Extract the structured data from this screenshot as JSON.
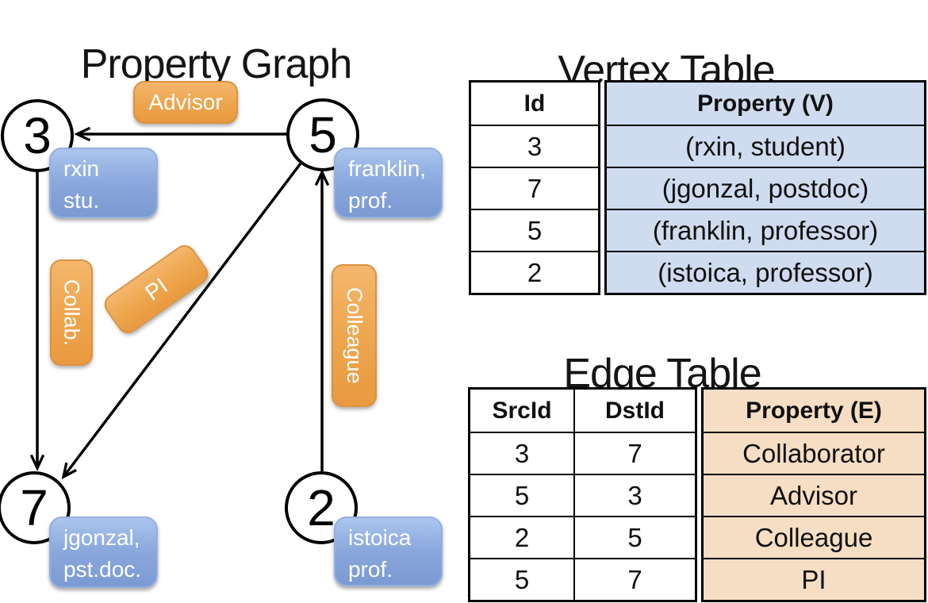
{
  "panel_graph": {
    "title": "Property Graph",
    "nodes": [
      {
        "id": "3",
        "label_line1": "rxin",
        "label_line2": "stu."
      },
      {
        "id": "5",
        "label_line1": "franklin,",
        "label_line2": "prof."
      },
      {
        "id": "7",
        "label_line1": "jgonzal,",
        "label_line2": "pst.doc."
      },
      {
        "id": "2",
        "label_line1": "istoica",
        "label_line2": "prof."
      }
    ],
    "edge_labels": {
      "advisor": "Advisor",
      "collab": "Collab.",
      "pi": "PI",
      "colleague": "Colleague"
    }
  },
  "vertex_table": {
    "title": "Vertex Table",
    "headers": {
      "id": "Id",
      "property": "Property (V)"
    },
    "rows": [
      {
        "id": "3",
        "property": "(rxin, student)"
      },
      {
        "id": "7",
        "property": "(jgonzal, postdoc)"
      },
      {
        "id": "5",
        "property": "(franklin, professor)"
      },
      {
        "id": "2",
        "property": "(istoica, professor)"
      }
    ]
  },
  "edge_table": {
    "title": "Edge Table",
    "headers": {
      "src": "SrcId",
      "dst": "DstId",
      "property": "Property (E)"
    },
    "rows": [
      {
        "src": "3",
        "dst": "7",
        "property": "Collaborator"
      },
      {
        "src": "5",
        "dst": "3",
        "property": "Advisor"
      },
      {
        "src": "2",
        "dst": "5",
        "property": "Colleague"
      },
      {
        "src": "5",
        "dst": "7",
        "property": "PI"
      }
    ]
  },
  "colors": {
    "edge_label_fill": "#EDA64E",
    "node_label_fill": "#8AA8DC",
    "vertex_property_fill": "#CFDBEF",
    "edge_property_fill": "#F5DEC3",
    "line_color": "#000000"
  }
}
